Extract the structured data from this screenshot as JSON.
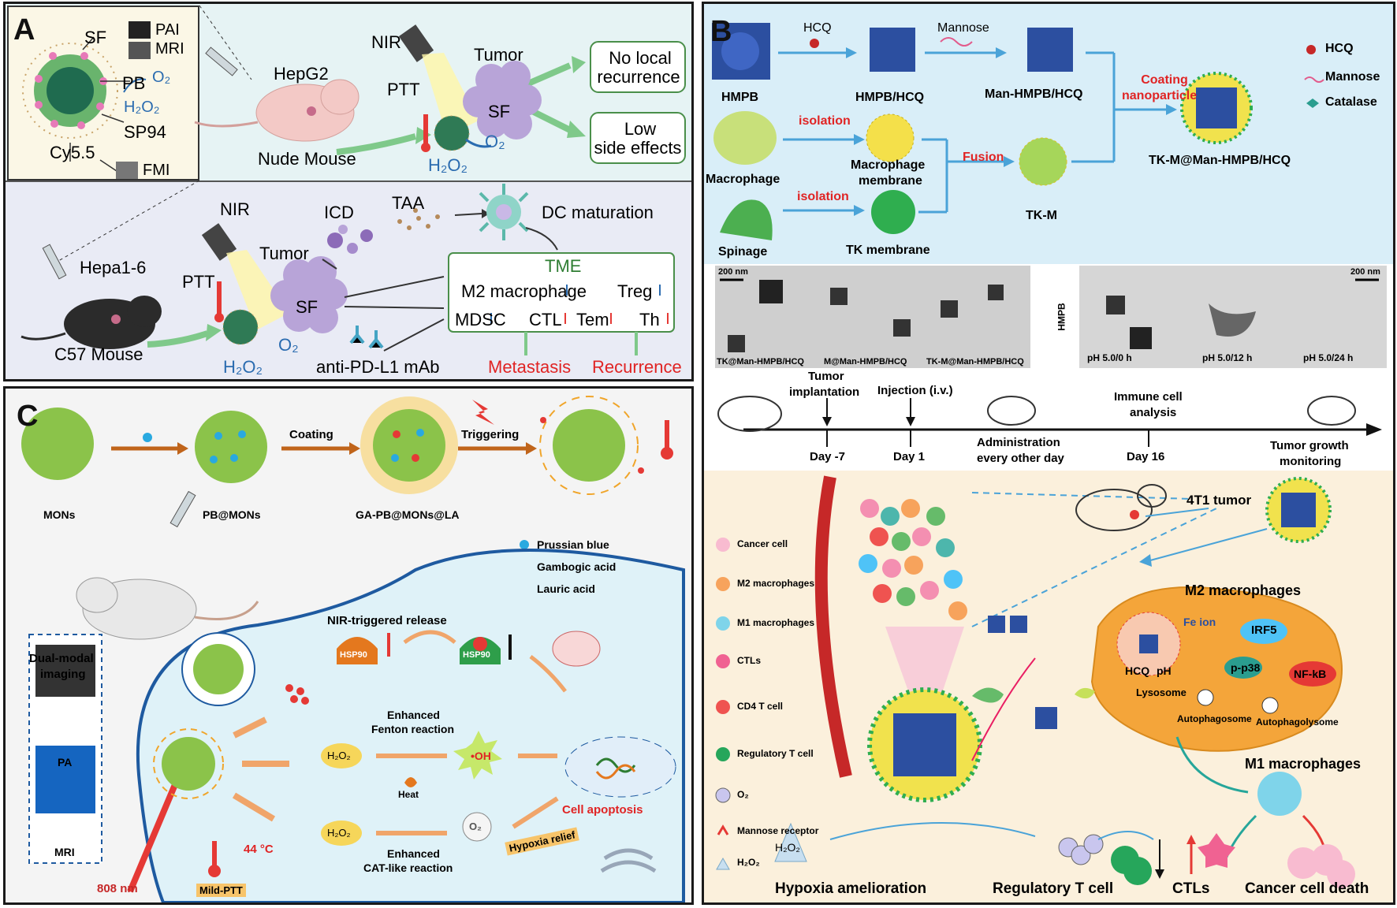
{
  "panels": {
    "a": {
      "label": "A",
      "top": {
        "sf": "SF",
        "pb": "PB",
        "o2": "O₂",
        "h2o2": "H₂O₂",
        "sp94": "SP94",
        "cy55": "Cy5.5",
        "pai": "PAI",
        "mri": "MRI",
        "fmi": "FMI",
        "hepg2": "HepG2",
        "nude_mouse": "Nude Mouse",
        "nir": "NIR",
        "ptt": "PTT",
        "tumor": "Tumor",
        "sf2": "SF",
        "o2b": "O₂",
        "h2o2b": "H₂O₂",
        "outcome1_l1": "No local",
        "outcome1_l2": "recurrence",
        "outcome2_l1": "Low",
        "outcome2_l2": "side effects"
      },
      "bottom": {
        "nir": "NIR",
        "icd": "ICD",
        "taa": "TAA",
        "dc": "DC maturation",
        "hepa": "Hepa1-6",
        "ptt": "PTT",
        "tumor": "Tumor",
        "sf": "SF",
        "c57": "C57 Mouse",
        "o2": "O₂",
        "h2o2": "H₂O₂",
        "tme": "TME",
        "m2": "M2 macrophage",
        "treg": "Treg",
        "mdsc": "MDSC",
        "ctl": "CTL",
        "tem": "Tem",
        "th": "Th",
        "antipd": "anti-PD-L1 mAb",
        "metastasis": "Metastasis",
        "recurrence": "Recurrence"
      }
    },
    "b": {
      "label": "B",
      "synthesis": {
        "hcq_step": "HCQ",
        "mannose_step": "Mannose",
        "hmpb": "HMPB",
        "hmpb_hcq": "HMPB/HCQ",
        "man_hmpb": "Man-HMPB/HCQ",
        "coating": "Coating",
        "nanoparticle": "nanoparticle",
        "macrophage": "Macrophage",
        "isolation1": "isolation",
        "mac_mem_l1": "Macrophage",
        "mac_mem_l2": "membrane",
        "fusion": "Fusion",
        "tkm": "TK-M",
        "final": "TK-M@Man-HMPB/HCQ",
        "spinage": "Spinage",
        "isolation2": "isolation",
        "tk_mem": "TK membrane",
        "legend_hcq": "HCQ",
        "legend_mannose": "Mannose",
        "legend_catalase": "Catalase"
      },
      "tem": {
        "scale1": "200 nm",
        "scale2": "200 nm",
        "img1": "TK@Man-HMPB/HCQ",
        "img2": "M@Man-HMPB/HCQ",
        "img3": "TK-M@Man-HMPB/HCQ",
        "hmpb_side": "HMPB",
        "ph1": "pH 5.0/0 h",
        "ph2": "pH 5.0/12 h",
        "ph3": "pH 5.0/24 h"
      },
      "timeline": {
        "tumor_l1": "Tumor",
        "tumor_l2": "implantation",
        "injection": "Injection (i.v.)",
        "admin_l1": "Administration",
        "admin_l2": "every other day",
        "immune_l1": "Immune cell",
        "immune_l2": "analysis",
        "growth_l1": "Tumor growth",
        "growth_l2": "monitoring",
        "day_m7": "Day -7",
        "day_1": "Day 1",
        "day_16": "Day 16"
      },
      "mechanism": {
        "legend": [
          "Cancer cell",
          "M2 macrophages",
          "M1 macrophages",
          "CTLs",
          "CD4 T cell",
          "Regulatory T cell",
          "O₂",
          "Mannose receptor",
          "H₂O₂"
        ],
        "tumor_4t1": "4T1 tumor",
        "m2": "M2 macrophages",
        "fe_ion": "Fe ion",
        "irf5": "IRF5",
        "hcq": "HCQ",
        "ph": "pH",
        "p38": "p-p38",
        "nfkb": "NF-kB",
        "lysosome": "Lysosome",
        "autophagosome": "Autophagosome",
        "autophagolysome": "Autophagolysome",
        "m1": "M1 macrophages",
        "h2o2": "H₂O₂",
        "hypoxia": "Hypoxia amelioration",
        "treg": "Regulatory T cell",
        "ctls": "CTLs",
        "death": "Cancer cell death"
      }
    },
    "c": {
      "label": "C",
      "mons": "MONs",
      "pb_mons": "PB@MONs",
      "ga_pb": "GA-PB@MONs@LA",
      "coating": "Coating",
      "triggering": "Triggering",
      "legend_pb": "Prussian blue",
      "legend_ga": "Gambogic acid",
      "legend_la": "Lauric acid",
      "dual_l1": "Dual-modal",
      "dual_l2": "imaging",
      "pa": "PA",
      "mri": "MRI",
      "nir_release": "NIR-triggered release",
      "hsp90a": "HSP90",
      "hsp90b": "HSP90",
      "fenton_l1": "Enhanced",
      "fenton_l2": "Fenton reaction",
      "h2o2a": "H₂O₂",
      "h2o2b": "H₂O₂",
      "oh": "•OH",
      "o2": "O₂",
      "heat": "Heat",
      "cat_l1": "Enhanced",
      "cat_l2": "CAT-like reaction",
      "apoptosis": "Cell apoptosis",
      "hypoxia": "Hypoxia relief",
      "temp": "44 °C",
      "mild": "Mild-PTT",
      "laser": "808 nm"
    }
  },
  "colors": {
    "a_top_bg": "#e6f3f4",
    "a_bottom_bg": "#e9ebf5",
    "b_top_bg": "#d9eef8",
    "b_mech_bg": "#fbf0dc",
    "c_bg": "#f4f4f4",
    "arrow_green": "#7fc98a",
    "arrow_blue": "#4aa3d8",
    "arrow_orange": "#f0a56a",
    "red_text": "#e02424"
  }
}
